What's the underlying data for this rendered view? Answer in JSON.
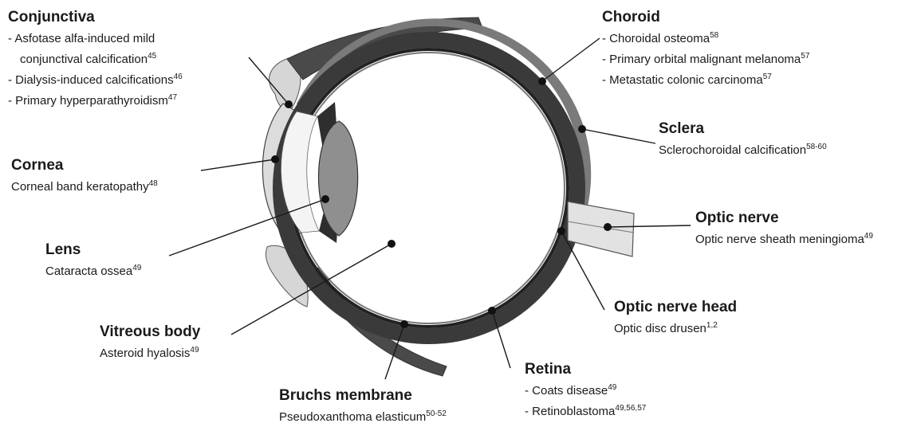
{
  "labels": {
    "conjunctiva": {
      "title": "Conjunctiva",
      "lines": [
        {
          "text": "- Asfotase alfa-induced mild",
          "sup": ""
        },
        {
          "text": "conjunctival calcification",
          "sup": "45"
        },
        {
          "text": "- Dialysis-induced calcifications",
          "sup": "46"
        },
        {
          "text": "- Primary hyperparathyroidism",
          "sup": "47"
        }
      ]
    },
    "cornea": {
      "title": "Cornea",
      "lines": [
        {
          "text": "Corneal band keratopathy",
          "sup": "48"
        }
      ]
    },
    "lens": {
      "title": "Lens",
      "lines": [
        {
          "text": "Cataracta ossea",
          "sup": "49"
        }
      ]
    },
    "vitreous": {
      "title": "Vitreous body",
      "lines": [
        {
          "text": "Asteroid hyalosis",
          "sup": "49"
        }
      ]
    },
    "bruchs": {
      "title": "Bruchs membrane",
      "lines": [
        {
          "text": "Pseudoxanthoma elasticum",
          "sup": "50-52"
        }
      ]
    },
    "retina": {
      "title": "Retina",
      "lines": [
        {
          "text": "- Coats disease",
          "sup": "49"
        },
        {
          "text": "- Retinoblastoma",
          "sup": "49,56,57"
        }
      ]
    },
    "optic_nerve_head": {
      "title": "Optic nerve head",
      "lines": [
        {
          "text": "Optic disc drusen",
          "sup": "1,2"
        }
      ]
    },
    "optic_nerve": {
      "title": "Optic nerve",
      "lines": [
        {
          "text": "Optic nerve sheath meningioma",
          "sup": "49"
        }
      ]
    },
    "sclera": {
      "title": "Sclera",
      "lines": [
        {
          "text": "Sclerochoroidal calcification",
          "sup": "58-60"
        }
      ]
    },
    "choroid": {
      "title": "Choroid",
      "lines": [
        {
          "text": "- Choroidal osteoma",
          "sup": "58"
        },
        {
          "text": "- Primary orbital malignant melanoma",
          "sup": "57"
        },
        {
          "text": "- Metastatic colonic carcinoma",
          "sup": "57"
        }
      ]
    }
  },
  "colors": {
    "ink": "#1a1a1a",
    "wall": "#555555",
    "lens": "#8f8f8f",
    "cornea": "#dcdcdc"
  }
}
